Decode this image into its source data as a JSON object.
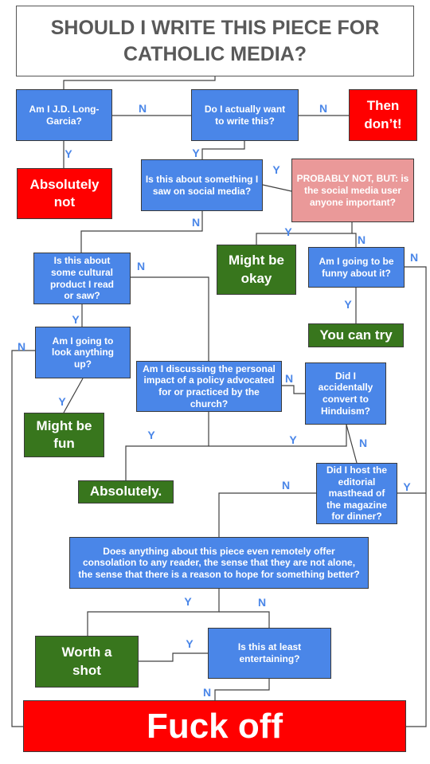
{
  "title": "SHOULD I WRITE THIS PIECE FOR CATHOLIC MEDIA?",
  "nodes": {
    "jd": "Am I J.D. Long-Garcia?",
    "want": "Do I actually want to write this?",
    "then_dont": "Then don’t!",
    "absolutely_not": "Absolutely not",
    "social_q": "Is this about something I saw on social media?",
    "probably_not": "PROBABLY NOT, BUT: is the social media user anyone important?",
    "might_okay": "Might be okay",
    "funny_q": "Am I going to be funny about it?",
    "you_can_try": "You can try",
    "cultural_q": "Is this about some cultural product I read or saw?",
    "look_up_q": "Am I going to look anything up?",
    "might_fun": "Might be fun",
    "discussing_q": "Am I discussing the personal impact of a policy advocated for or practiced by the church?",
    "hinduism_q": "Did I accidentally convert to Hinduism?",
    "absolutely": "Absolutely.",
    "masthead_q": "Did I host the editorial masthead of the magazine for dinner?",
    "consolation_q": "Does anything about this piece even remotely offer consolation to any reader, the sense that they are not alone, the sense that there is a reason to hope for something better?",
    "worth_shot": "Worth a shot",
    "entertaining_q": "Is this at least entertaining?",
    "fuck_off": "Fuck off"
  },
  "edge_labels": {
    "jd_no": "N",
    "jd_yes": "Y",
    "want_no": "N",
    "want_yes": "Y",
    "social_yes": "Y",
    "social_no": "N",
    "important_yes": "Y",
    "important_no": "N",
    "funny_no": "N",
    "funny_yes": "Y",
    "cultural_no": "N",
    "cultural_yes": "Y",
    "lookup_no": "N",
    "lookup_yes": "Y",
    "discussing_no": "N",
    "discussing_yes": "Y",
    "hinduism_yes": "Y",
    "hinduism_no": "N",
    "masthead_no": "N",
    "masthead_yes": "Y",
    "consolation_yes": "Y",
    "consolation_no": "N",
    "entertaining_yes": "Y",
    "entertaining_no": "N"
  },
  "colors": {
    "question": "#4a86e8",
    "negative": "#ff0000",
    "positive": "#38761d",
    "caution": "#ea9999",
    "label": "#4a86e8"
  }
}
